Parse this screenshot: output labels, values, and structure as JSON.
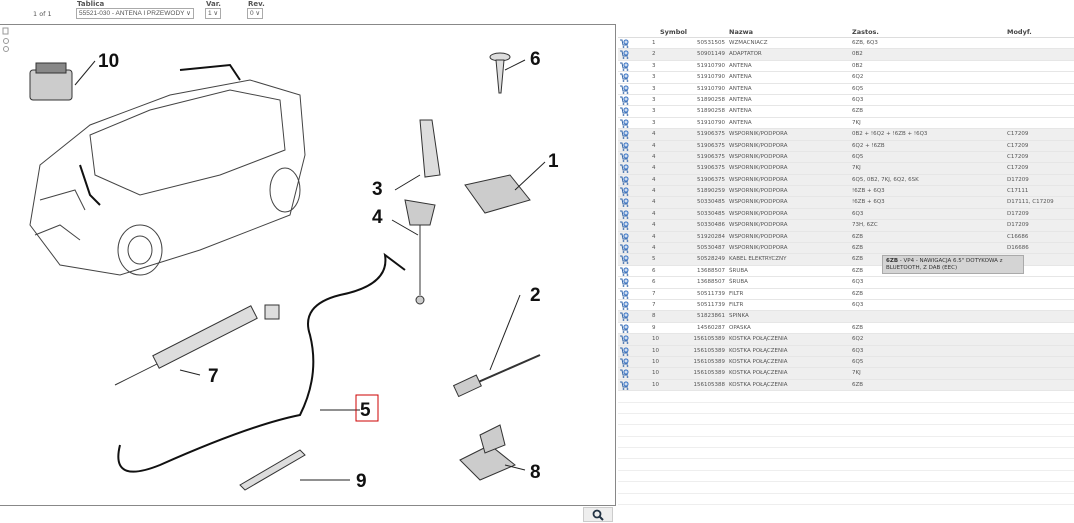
{
  "header": {
    "page_info": "1 of 1",
    "tablica_label": "Tablica",
    "tablica_value": "55521-030 - ANTENA I PRZEWODY",
    "var_label": "Var.",
    "var_value": "1",
    "rev_label": "Rev.",
    "rev_value": "0"
  },
  "diagram": {
    "callouts": [
      "10",
      "6",
      "1",
      "3",
      "4",
      "2",
      "7",
      "5",
      "9",
      "8"
    ],
    "highlighted": "5"
  },
  "table": {
    "columns": [
      "Symbol",
      "Nazwa",
      "Zastos.",
      "Modyf."
    ],
    "rows": [
      [
        "1",
        "50531505",
        "WZMACNIACZ",
        "6ZB, 6Q3",
        ""
      ],
      [
        "2",
        "50901149",
        "ADAPTATOR",
        "0B2",
        ""
      ],
      [
        "3",
        "51910790",
        "ANTENA",
        "0B2",
        ""
      ],
      [
        "3",
        "51910790",
        "ANTENA",
        "6Q2",
        ""
      ],
      [
        "3",
        "51910790",
        "ANTENA",
        "6Q5",
        ""
      ],
      [
        "3",
        "51890258",
        "ANTENA",
        "6Q3",
        ""
      ],
      [
        "3",
        "51890258",
        "ANTENA",
        "6ZB",
        ""
      ],
      [
        "3",
        "51910790",
        "ANTENA",
        "7KJ",
        ""
      ],
      [
        "4",
        "51906375",
        "WSPORNIK/PODPORA",
        "0B2 + !6Q2 + !6ZB + !6Q3",
        "C17209"
      ],
      [
        "4",
        "51906375",
        "WSPORNIK/PODPORA",
        "6Q2 + !6ZB",
        "C17209"
      ],
      [
        "4",
        "51906375",
        "WSPORNIK/PODPORA",
        "6Q5",
        "C17209"
      ],
      [
        "4",
        "51906375",
        "WSPORNIK/PODPORA",
        "7KJ",
        "C17209"
      ],
      [
        "4",
        "51906375",
        "WSPORNIK/PODPORA",
        "6Q5, 0B2, 7KJ, 6Q2, 6SK",
        "D17209"
      ],
      [
        "4",
        "51890259",
        "WSPORNIK/PODPORA",
        "!6ZB + 6Q3",
        "C17111"
      ],
      [
        "4",
        "50330485",
        "WSPORNIK/PODPORA",
        "!6ZB + 6Q3",
        "D17111, C17209"
      ],
      [
        "4",
        "50330485",
        "WSPORNIK/PODPORA",
        "6Q3",
        "D17209"
      ],
      [
        "4",
        "50330486",
        "WSPORNIK/PODPORA",
        "73H, 6ZC",
        "D17209"
      ],
      [
        "4",
        "51920284",
        "WSPORNIK/PODPORA",
        "6ZB",
        "C16686"
      ],
      [
        "4",
        "50530487",
        "WSPORNIK/PODPORA",
        "6ZB",
        "D16686"
      ],
      [
        "5",
        "50528249",
        "KABEL ELEKTRYCZNY",
        "6ZB",
        ""
      ],
      [
        "6",
        "13688507",
        "ŚRUBA",
        "6ZB",
        ""
      ],
      [
        "6",
        "13688507",
        "ŚRUBA",
        "6Q3",
        ""
      ],
      [
        "7",
        "50511739",
        "FILTR",
        "6ZB",
        ""
      ],
      [
        "7",
        "50511739",
        "FILTR",
        "6Q3",
        ""
      ],
      [
        "8",
        "51823861",
        "SPINKA",
        "",
        ""
      ],
      [
        "9",
        "14560287",
        "OPASKA",
        "6ZB",
        ""
      ],
      [
        "10",
        "156105389",
        "KOSTKA POŁĄCZENIA",
        "6Q2",
        ""
      ],
      [
        "10",
        "156105389",
        "KOSTKA POŁĄCZENIA",
        "6Q3",
        ""
      ],
      [
        "10",
        "156105389",
        "KOSTKA POŁĄCZENIA",
        "6Q5",
        ""
      ],
      [
        "10",
        "156105389",
        "KOSTKA POŁĄCZENIA",
        "7KJ",
        ""
      ],
      [
        "10",
        "156105388",
        "KOSTKA POŁĄCZENIA",
        "6ZB",
        ""
      ]
    ]
  },
  "tooltip": {
    "code": "6ZB",
    "text": " - VP4 - NAWIGACJA 6.5\" DOTYKOWA z BLUETOOTH, Z DAB (EEC)"
  }
}
